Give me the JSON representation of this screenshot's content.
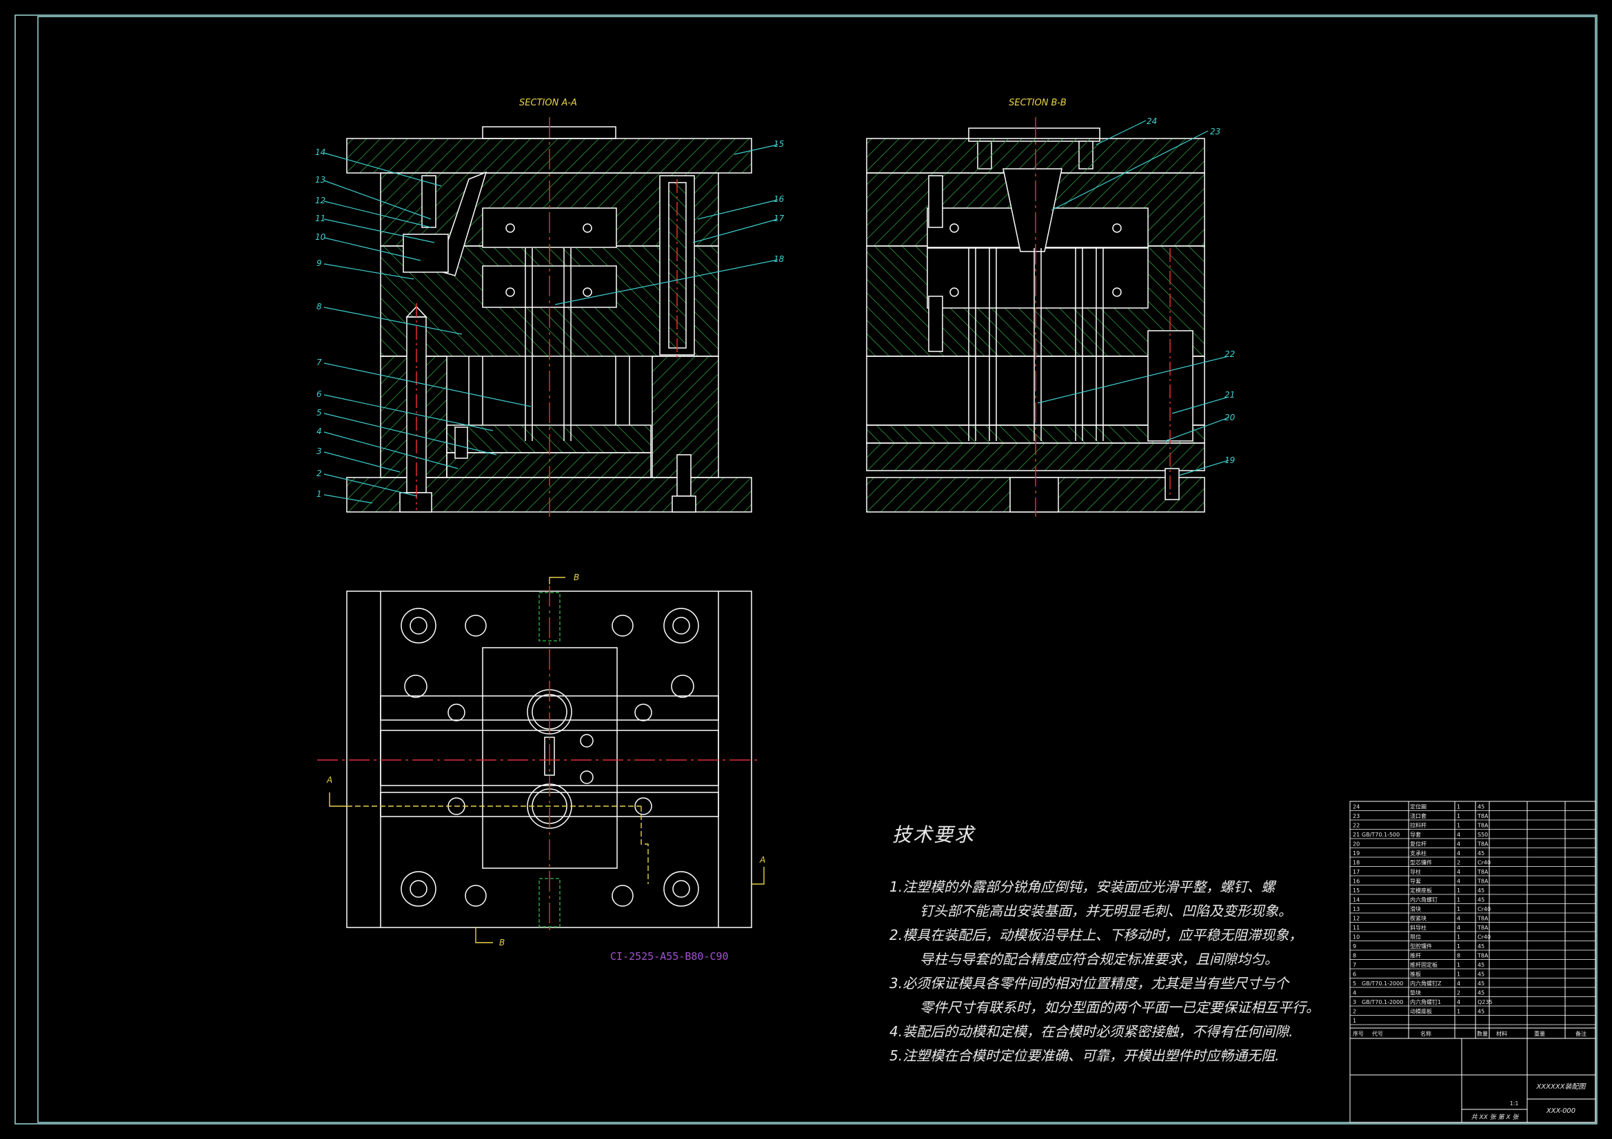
{
  "sections": {
    "a": {
      "title": "SECTION A-A"
    },
    "b": {
      "title": "SECTION B-B"
    }
  },
  "callouts_a": [
    "14",
    "13",
    "12",
    "11",
    "10",
    "9",
    "8",
    "7",
    "6",
    "5",
    "4",
    "3",
    "2",
    "1",
    "15",
    "16",
    "17",
    "18"
  ],
  "callouts_b": [
    "24",
    "23",
    "22",
    "21",
    "20",
    "19"
  ],
  "plan_view": {
    "cut_marks": {
      "top": "B",
      "bottom": "B",
      "left": "A",
      "right": "A"
    },
    "mold_base_code": "CI-2525-A55-B80-C90"
  },
  "tech_requirements": {
    "title": "技术要求",
    "lines": [
      "1.注塑模的外露部分锐角应倒钝，安装面应光滑平整，螺钉、螺",
      "钉头部不能高出安装基面，并无明显毛刺、凹陷及变形现象。",
      "2.模具在装配后，动模板沿导柱上、下移动时，应平稳无阻滞现象，",
      "导柱与导套的配合精度应符合规定标准要求，且间隙均匀。",
      "3.必须保证模具各零件间的相对位置精度，尤其是当有些尺寸与个",
      "零件尺寸有联系时，如分型面的两个平面一已定要保证相互平行。",
      "4.装配后的动模和定模，在合模时必须紧密接触，不得有任何间隙.",
      "5.注塑模在合模时定位要准确、可靠，开模出塑件时应畅通无阻."
    ]
  },
  "bom": {
    "rows": [
      {
        "no": "24",
        "std": "",
        "name": "定位圈",
        "qty": "1",
        "mat": "45"
      },
      {
        "no": "23",
        "std": "",
        "name": "浇口套",
        "qty": "1",
        "mat": "T8A"
      },
      {
        "no": "22",
        "std": "",
        "name": "拉料杆",
        "qty": "1",
        "mat": "T8A"
      },
      {
        "no": "21",
        "std": "GB/T70.1-500",
        "name": "导套",
        "qty": "4",
        "mat": "S50"
      },
      {
        "no": "20",
        "std": "",
        "name": "复位杆",
        "qty": "4",
        "mat": "T8A"
      },
      {
        "no": "19",
        "std": "",
        "name": "支承柱",
        "qty": "4",
        "mat": "45"
      },
      {
        "no": "18",
        "std": "",
        "name": "型芯镶件",
        "qty": "2",
        "mat": "Cr40"
      },
      {
        "no": "17",
        "std": "",
        "name": "导柱",
        "qty": "4",
        "mat": "T8A"
      },
      {
        "no": "16",
        "std": "",
        "name": "导套",
        "qty": "4",
        "mat": "T8A"
      },
      {
        "no": "15",
        "std": "",
        "name": "定模座板",
        "qty": "1",
        "mat": "45"
      },
      {
        "no": "14",
        "std": "",
        "name": "内六角螺钉",
        "qty": "1",
        "mat": "45"
      },
      {
        "no": "13",
        "std": "",
        "name": "滑块",
        "qty": "1",
        "mat": "Cr40"
      },
      {
        "no": "12",
        "std": "",
        "name": "楔紧块",
        "qty": "4",
        "mat": "T8A"
      },
      {
        "no": "11",
        "std": "",
        "name": "斜导柱",
        "qty": "4",
        "mat": "T8A"
      },
      {
        "no": "10",
        "std": "",
        "name": "限位",
        "qty": "1",
        "mat": "Cr40"
      },
      {
        "no": "9",
        "std": "",
        "name": "型腔镶件",
        "qty": "1",
        "mat": "45"
      },
      {
        "no": "8",
        "std": "",
        "name": "推杆",
        "qty": "8",
        "mat": "T8A"
      },
      {
        "no": "7",
        "std": "",
        "name": "推杆固定板",
        "qty": "1",
        "mat": "45"
      },
      {
        "no": "6",
        "std": "",
        "name": "推板",
        "qty": "1",
        "mat": "45"
      },
      {
        "no": "5",
        "std": "GB/T70.1-2000",
        "name": "内六角螺钉Z",
        "qty": "4",
        "mat": "45"
      },
      {
        "no": "4",
        "std": "",
        "name": "垫块",
        "qty": "2",
        "mat": "45"
      },
      {
        "no": "3",
        "std": "GB/T70.1-2000",
        "name": "内六角螺钉1",
        "qty": "4",
        "mat": "Q235"
      },
      {
        "no": "2",
        "std": "",
        "name": "动模座板",
        "qty": "1",
        "mat": "45"
      },
      {
        "no": "1",
        "std": "",
        "name": "",
        "qty": "",
        "mat": ""
      }
    ],
    "header": {
      "no": "序号",
      "std": "代号",
      "name": "名称",
      "qty": "数量",
      "mat": "材料",
      "weight": "重量",
      "note": "备注"
    }
  },
  "title_block": {
    "drawing_name": "XXXXXX装配图",
    "drawing_no": "XXX-000",
    "scale": "1:1",
    "sheets": "共 XX 张  第 X 张"
  },
  "colors": {
    "outline": "#ffffff",
    "hatch": "#2e9e3e",
    "centerline": "#e33030",
    "leader": "#3fd0d0",
    "label": "#e8d44a",
    "code": "#a054d0",
    "border": "#9fdcdc"
  }
}
